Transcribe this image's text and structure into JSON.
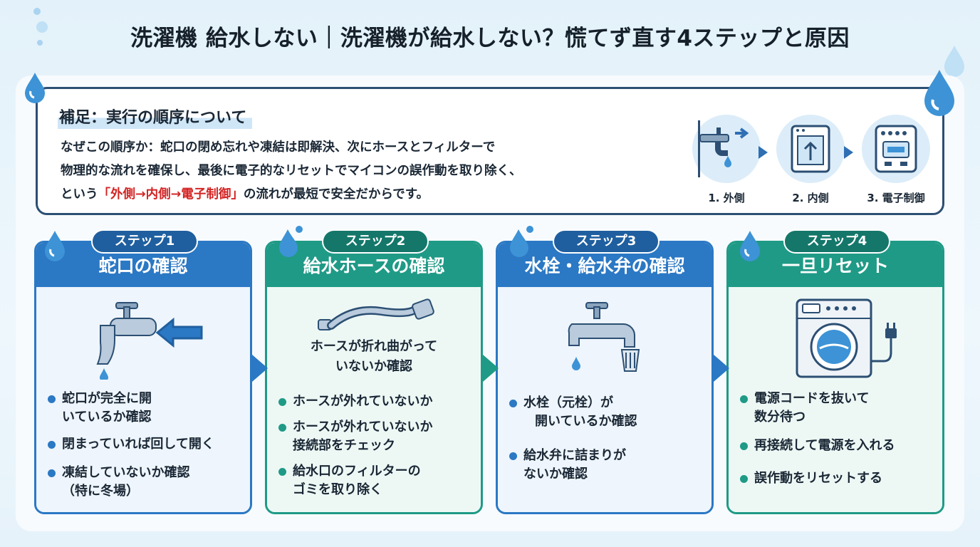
{
  "title": "洗濯機 給水しない｜洗濯機が給水しない？慌てず直す4ステップと原因",
  "note": {
    "title": "補足：実行の順序について",
    "line1": "なぜこの順序か：蛇口の閉め忘れや凍結は即解決、次にホースとフィルターで",
    "line2": "物理的な流れを確保し、最後に電子的なリセットでマイコンの誤作動を取り除く、",
    "line3_pre": "という",
    "line3_red": "「外側→内側→電子制御」",
    "line3_post": "の流れが最短で安全だからです。",
    "flow": [
      "1. 外側",
      "2. 内側",
      "3. 電子制御"
    ]
  },
  "steps": [
    {
      "badge": "ステップ1",
      "title": "蛇口の確認",
      "icon": "faucet-with-arrow-icon",
      "caption": [],
      "bullets": [
        [
          "蛇口が完全に開",
          "いているか確認"
        ],
        [
          "閉まっていれば回して開く"
        ],
        [
          "凍結していないか確認",
          "（特に冬場）"
        ]
      ]
    },
    {
      "badge": "ステップ2",
      "title": "給水ホースの確認",
      "icon": "hose-icon",
      "caption": [
        "ホースが折れ曲がって",
        "いないか確認"
      ],
      "bullets": [
        [
          "ホースが外れていないか"
        ],
        [
          "ホースが外れていないか",
          "接続部をチェック"
        ],
        [
          "給水口のフィルターの",
          "ゴミを取り除く"
        ]
      ]
    },
    {
      "badge": "ステップ3",
      "title": "水栓・給水弁の確認",
      "icon": "faucet-filter-icon",
      "caption": [],
      "bullets": [
        [
          "水栓（元栓）が",
          "開いているか確認"
        ],
        [
          "給水弁に詰まりが",
          "ないか確認"
        ]
      ]
    },
    {
      "badge": "ステップ4",
      "title": "一旦リセット",
      "icon": "washing-machine-plug-icon",
      "caption": [],
      "bullets": [
        [
          "電源コードを抜いて",
          "数分待つ"
        ],
        [
          "再接続して電源を入れる"
        ],
        [
          "誤作動をリセットする"
        ]
      ]
    }
  ],
  "colors": {
    "blue": "#2b78c4",
    "teal": "#1f9a86",
    "red": "#d42424",
    "navy": "#2c4f73"
  }
}
